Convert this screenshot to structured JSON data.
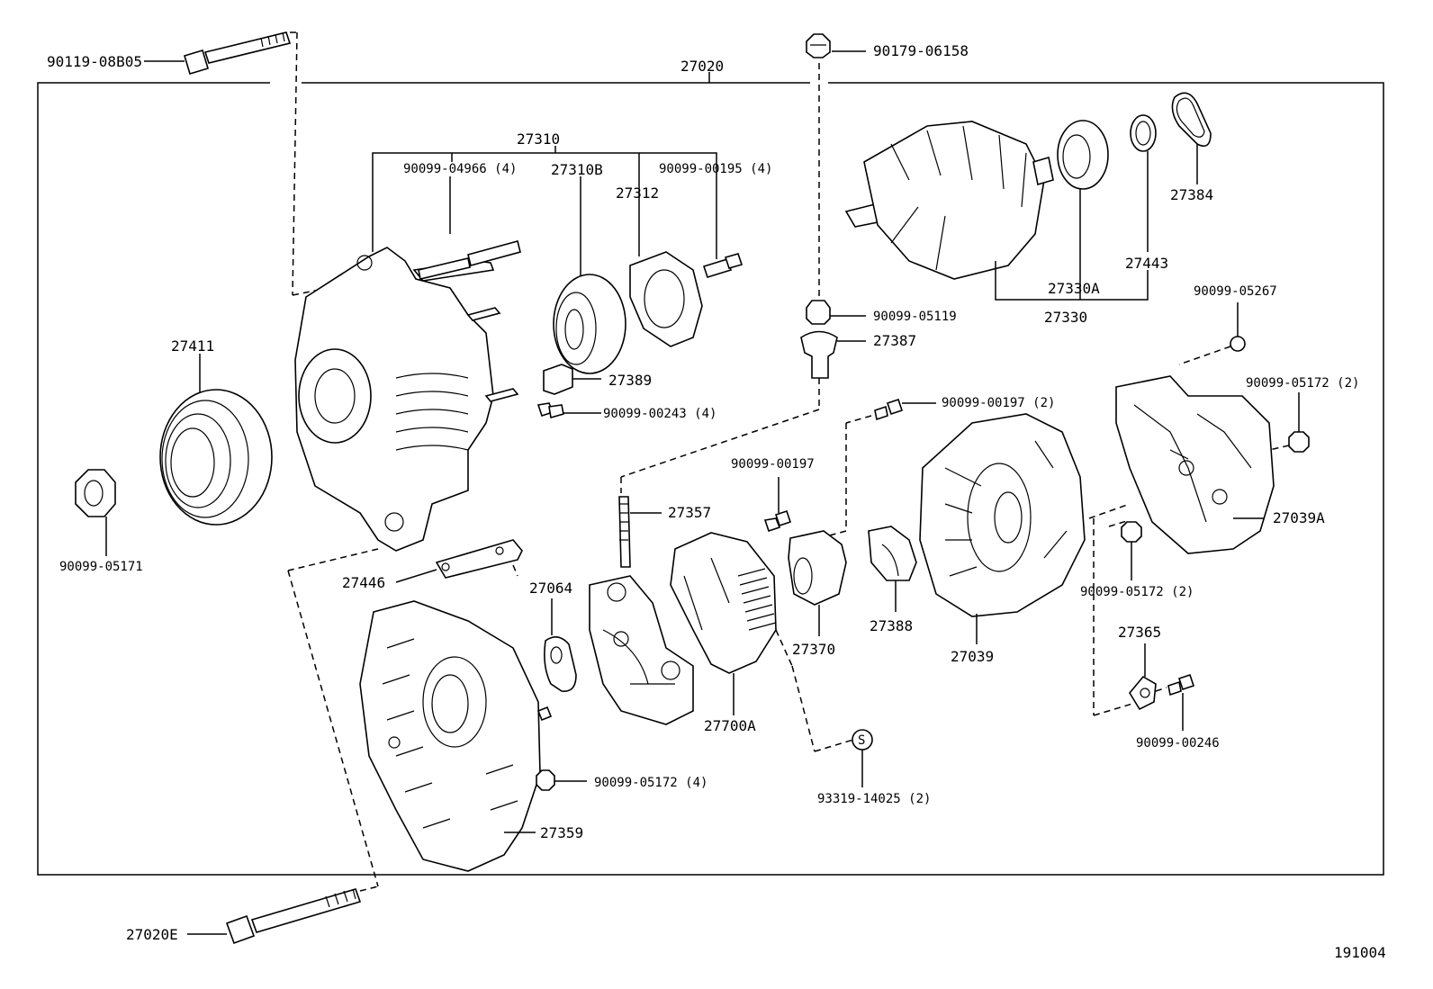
{
  "diagram_id": "191004",
  "labels": {
    "l_27020": "27020",
    "l_90119_08B05": "90119-08B05",
    "l_90179_06158": "90179-06158",
    "l_27310": "27310",
    "l_90099_04966": "90099-04966 (4)",
    "l_27310B": "27310B",
    "l_27312": "27312",
    "l_90099_00195": "90099-00195 (4)",
    "l_27384": "27384",
    "l_27443": "27443",
    "l_27330A": "27330A",
    "l_27330": "27330",
    "l_90099_05119": "90099-05119",
    "l_27387": "27387",
    "l_90099_05267": "90099-05267",
    "l_27411": "27411",
    "l_27389": "27389",
    "l_90099_00243": "90099-00243 (4)",
    "l_90099_00197_2": "90099-00197 (2)",
    "l_90099_05172_2a": "90099-05172 (2)",
    "l_90099_00197": "90099-00197",
    "l_27357": "27357",
    "l_27039A": "27039A",
    "l_90099_05171": "90099-05171",
    "l_27446": "27446",
    "l_27064": "27064",
    "l_27370": "27370",
    "l_27388": "27388",
    "l_90099_05172_2b": "90099-05172 (2)",
    "l_27365": "27365",
    "l_27039": "27039",
    "l_27700A": "27700A",
    "l_90099_00246": "90099-00246",
    "l_S": "S",
    "l_90099_05172_4": "90099-05172 (4)",
    "l_93319_14025": "93319-14025 (2)",
    "l_27359": "27359",
    "l_27020E": "27020E"
  }
}
